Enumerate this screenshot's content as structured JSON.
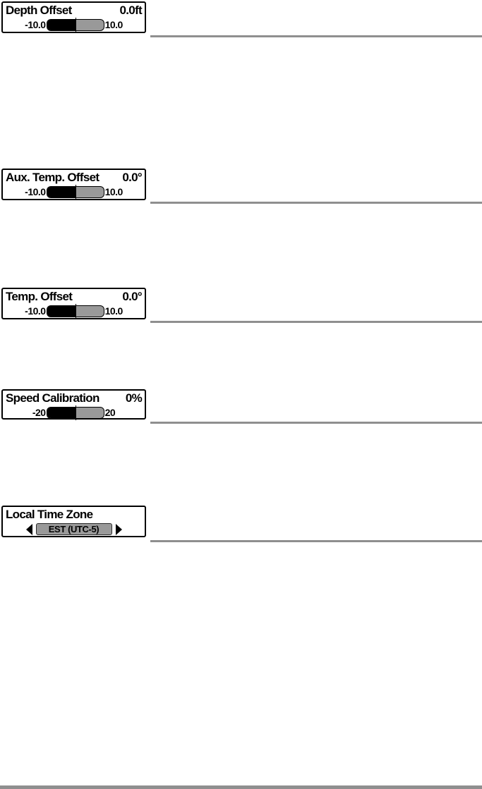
{
  "page": {
    "background": "#ffffff",
    "divider_color": "#8f8f8f",
    "footer_bar_color": "#8f8f8f"
  },
  "colors": {
    "box_border": "#000000",
    "slider_fill": "#000000",
    "slider_track_gray": "#999999",
    "selector_gray": "#999999",
    "text": "#000000"
  },
  "widgets": [
    {
      "type": "slider",
      "title": "Depth Offset",
      "value": "0.0ft",
      "min_label": "-10.0",
      "max_label": "10.0",
      "fill_percent": 50
    },
    {
      "type": "slider",
      "title": "Aux. Temp. Offset",
      "value": "0.0°",
      "min_label": "-10.0",
      "max_label": "10.0",
      "fill_percent": 50
    },
    {
      "type": "slider",
      "title": "Temp. Offset",
      "value": "0.0°",
      "min_label": "-10.0",
      "max_label": "10.0",
      "fill_percent": 50
    },
    {
      "type": "slider",
      "title": "Speed Calibration",
      "value": "0%",
      "min_label": "-20",
      "max_label": "20",
      "fill_percent": 50
    },
    {
      "type": "selector",
      "title": "Local Time Zone",
      "selected_option": "EST (UTC-5)"
    }
  ]
}
